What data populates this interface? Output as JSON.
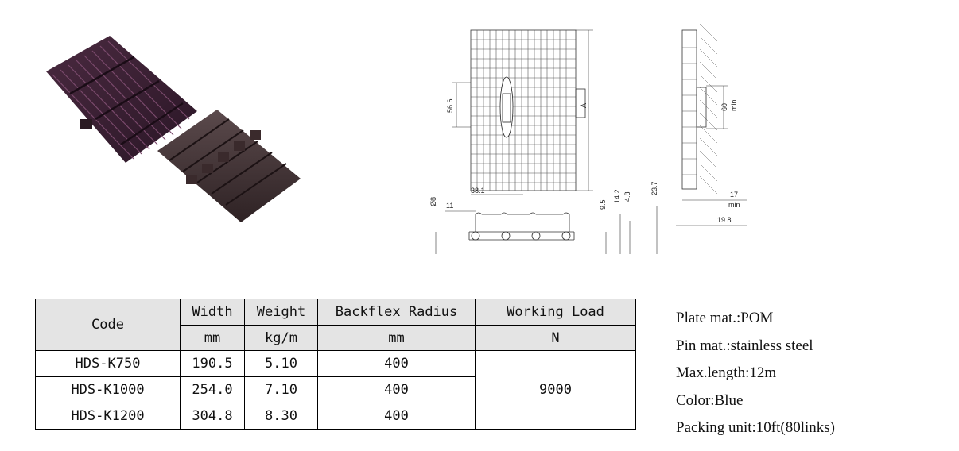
{
  "drawing": {
    "dims": {
      "d566": "56.6",
      "a": "A",
      "d381": "38.1",
      "d8": "Ø8",
      "d11": "11",
      "d95": "9.5",
      "d142": "14.2",
      "d48": "4.8",
      "d237": "23.7",
      "d60": "60",
      "min1": "min",
      "d17": "17",
      "min2": "min",
      "d198": "19.8"
    }
  },
  "table": {
    "headers": {
      "code": "Code",
      "width": "Width",
      "weight": "Weight",
      "backflex": "Backflex Radius",
      "load": "Working Load"
    },
    "units": {
      "width": "mm",
      "weight": "kg/m",
      "backflex": "mm",
      "load": "N"
    },
    "rows": [
      {
        "code": "HDS-K750",
        "width": "190.5",
        "weight": "5.10",
        "backflex": "400"
      },
      {
        "code": "HDS-K1000",
        "width": "254.0",
        "weight": "7.10",
        "backflex": "400"
      },
      {
        "code": "HDS-K1200",
        "width": "304.8",
        "weight": "8.30",
        "backflex": "400"
      }
    ],
    "working_load_value": "9000"
  },
  "notes": [
    "Plate mat.:POM",
    "Pin mat.:stainless steel",
    "Max.length:12m",
    "Color:Blue",
    "Packing unit:10ft(80links)"
  ]
}
